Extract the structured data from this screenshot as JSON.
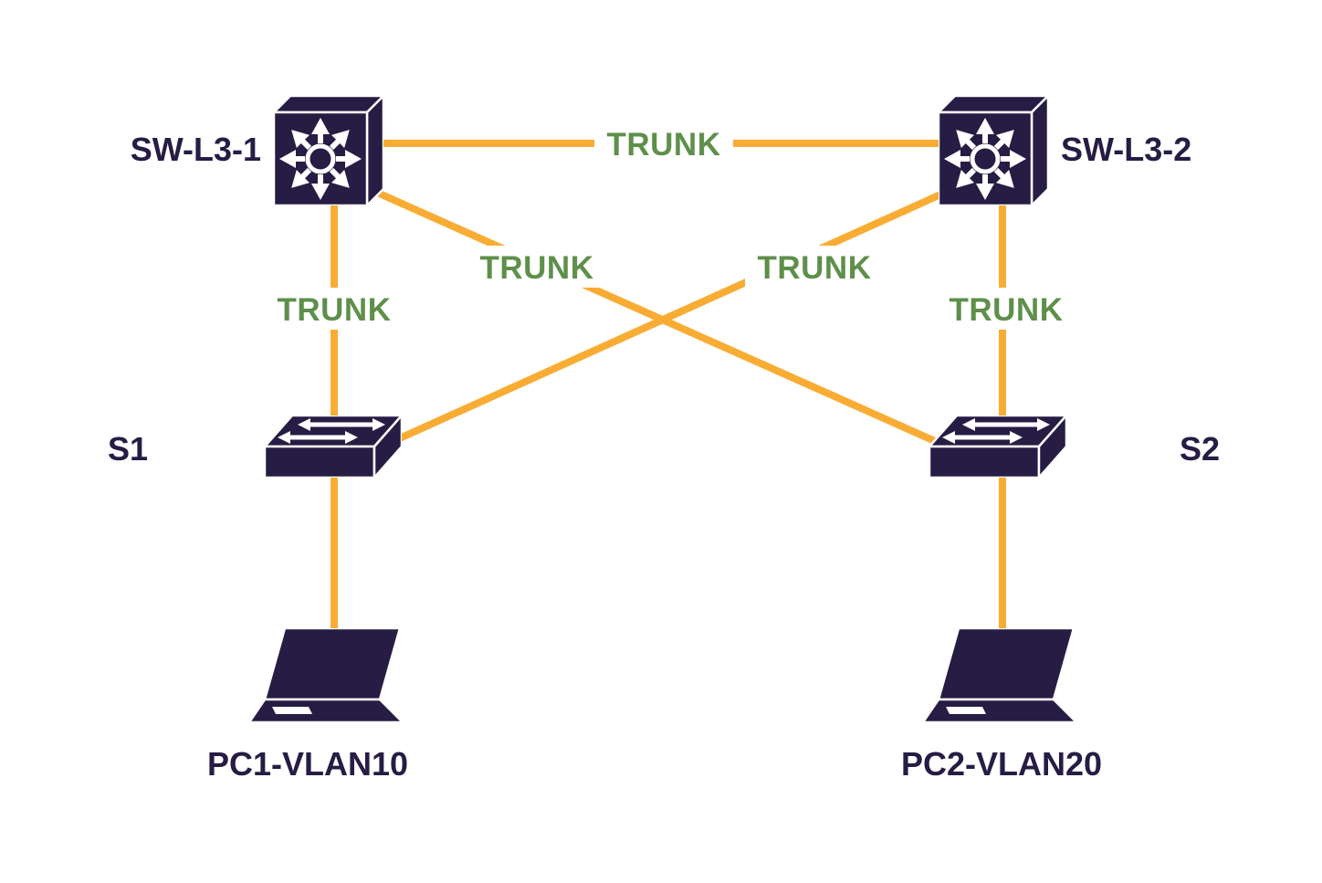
{
  "diagram": {
    "type": "network-topology",
    "colors": {
      "link": "#F9AC34",
      "trunk_label": "#5E8F4B",
      "label_text": "#261C44",
      "device": "#261C44",
      "background": "#FFFFFF"
    },
    "nodes": [
      {
        "id": "sw-l3-1",
        "label": "SW-L3-1",
        "type": "layer3-switch"
      },
      {
        "id": "sw-l3-2",
        "label": "SW-L3-2",
        "type": "layer3-switch"
      },
      {
        "id": "s1",
        "label": "S1",
        "type": "access-switch"
      },
      {
        "id": "s2",
        "label": "S2",
        "type": "access-switch"
      },
      {
        "id": "pc1",
        "label": "PC1-VLAN10",
        "type": "laptop"
      },
      {
        "id": "pc2",
        "label": "PC2-VLAN20",
        "type": "laptop"
      }
    ],
    "links": [
      {
        "from": "sw-l3-1",
        "to": "sw-l3-2",
        "label": "TRUNK"
      },
      {
        "from": "sw-l3-1",
        "to": "s1",
        "label": "TRUNK"
      },
      {
        "from": "sw-l3-1",
        "to": "s2",
        "label": "TRUNK"
      },
      {
        "from": "sw-l3-2",
        "to": "s1",
        "label": "TRUNK"
      },
      {
        "from": "sw-l3-2",
        "to": "s2",
        "label": "TRUNK"
      },
      {
        "from": "s1",
        "to": "pc1",
        "label": ""
      },
      {
        "from": "s2",
        "to": "pc2",
        "label": ""
      }
    ]
  }
}
